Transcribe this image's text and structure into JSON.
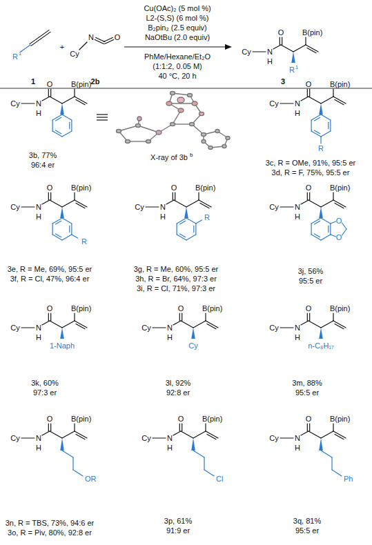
{
  "diagram": {
    "labels": [
      "R",
      "1",
      "1",
      "+",
      "Cy",
      "N",
      "O",
      "2b",
      "Cu(OAc)₂ (5 mol %)",
      "L2-(S,S) (6 mol %)",
      "B₂pin₂ (2.5 equiv)",
      "NaOtBu (2.0 equiv)",
      "PhMe/Hexane/Et₂O",
      "(1:1:2, 0.05 M)",
      "40 °C, 20 h",
      "Cy",
      "N",
      "H",
      "O",
      "B(pin)",
      "R",
      "1",
      "3",
      "X-ray of 3b",
      "b",
      "Cy",
      "N",
      "H",
      "O",
      "B(pin)",
      "3b, 77%",
      "96:4 er",
      "Cy",
      "N",
      "H",
      "O",
      "B(pin)",
      "R",
      "3c, R = OMe, 91%, 95:5 er",
      "3d, R = F, 75%, 95:5 er",
      "Cy",
      "N",
      "H",
      "O",
      "B(pin)",
      "R",
      "3e, R = Me, 69%, 95:5 er",
      "3f, R = Cl, 47%, 96:4 er",
      "Cy",
      "N",
      "H",
      "O",
      "B(pin)",
      "R",
      "3g, R = Me, 60%, 95:5 er",
      "3h, R = Br, 64%, 97:3 er",
      "3i, R = Cl, 71%, 97:3 er",
      "Cy",
      "N",
      "H",
      "O",
      "B(pin)",
      "O",
      "O",
      "3j, 56%",
      "95:5 er",
      "Cy",
      "N",
      "H",
      "O",
      "B(pin)",
      "1-Naph",
      "3k, 60%",
      "97:3 er",
      "Cy",
      "N",
      "H",
      "O",
      "B(pin)",
      "Cy",
      "3l, 92%",
      "92:8 er",
      "Cy",
      "N",
      "H",
      "O",
      "B(pin)",
      "n-C₈H₁₇",
      "3m, 88%",
      "95:5 er",
      "Cy",
      "N",
      "H",
      "O",
      "B(pin)",
      "OR",
      "3n, R = TBS, 73%, 94:6 er",
      "3o, R = Piv, 80%, 92:8 er",
      "Cy",
      "N",
      "H",
      "O",
      "B(pin)",
      "Cl",
      "3p, 61%",
      "91:9 er",
      "Cy",
      "N",
      "H",
      "O",
      "B(pin)",
      "Ph",
      "3q, 81%",
      "95:5 er"
    ]
  }
}
